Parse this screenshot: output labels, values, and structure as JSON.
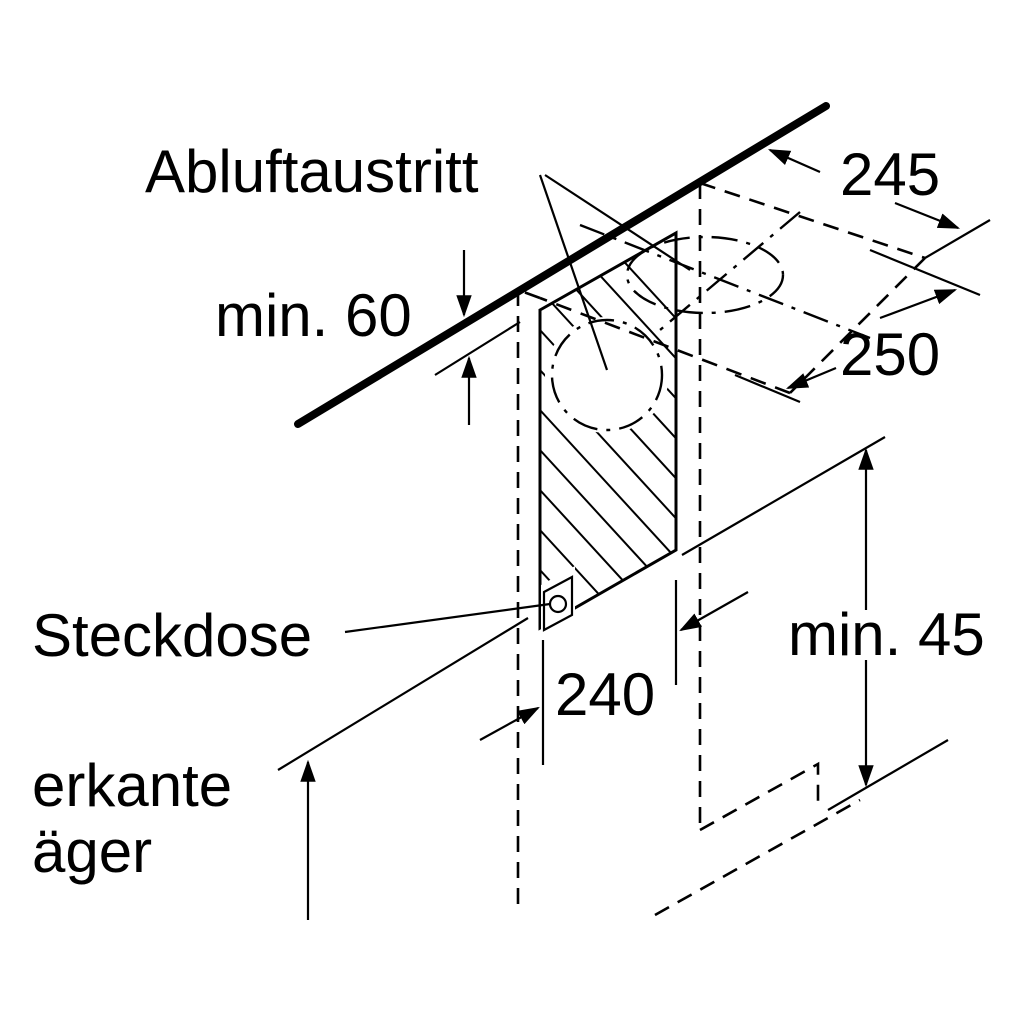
{
  "diagram": {
    "labels": {
      "exhaust_outlet": "Abluftaustritt",
      "min_60": "min. 60",
      "dim_245": "245",
      "dim_250": "250",
      "socket": "Steckdose",
      "dim_240": "240",
      "min_45": "min. 45",
      "edge_line1": "erkante",
      "edge_line2": "äger"
    }
  }
}
